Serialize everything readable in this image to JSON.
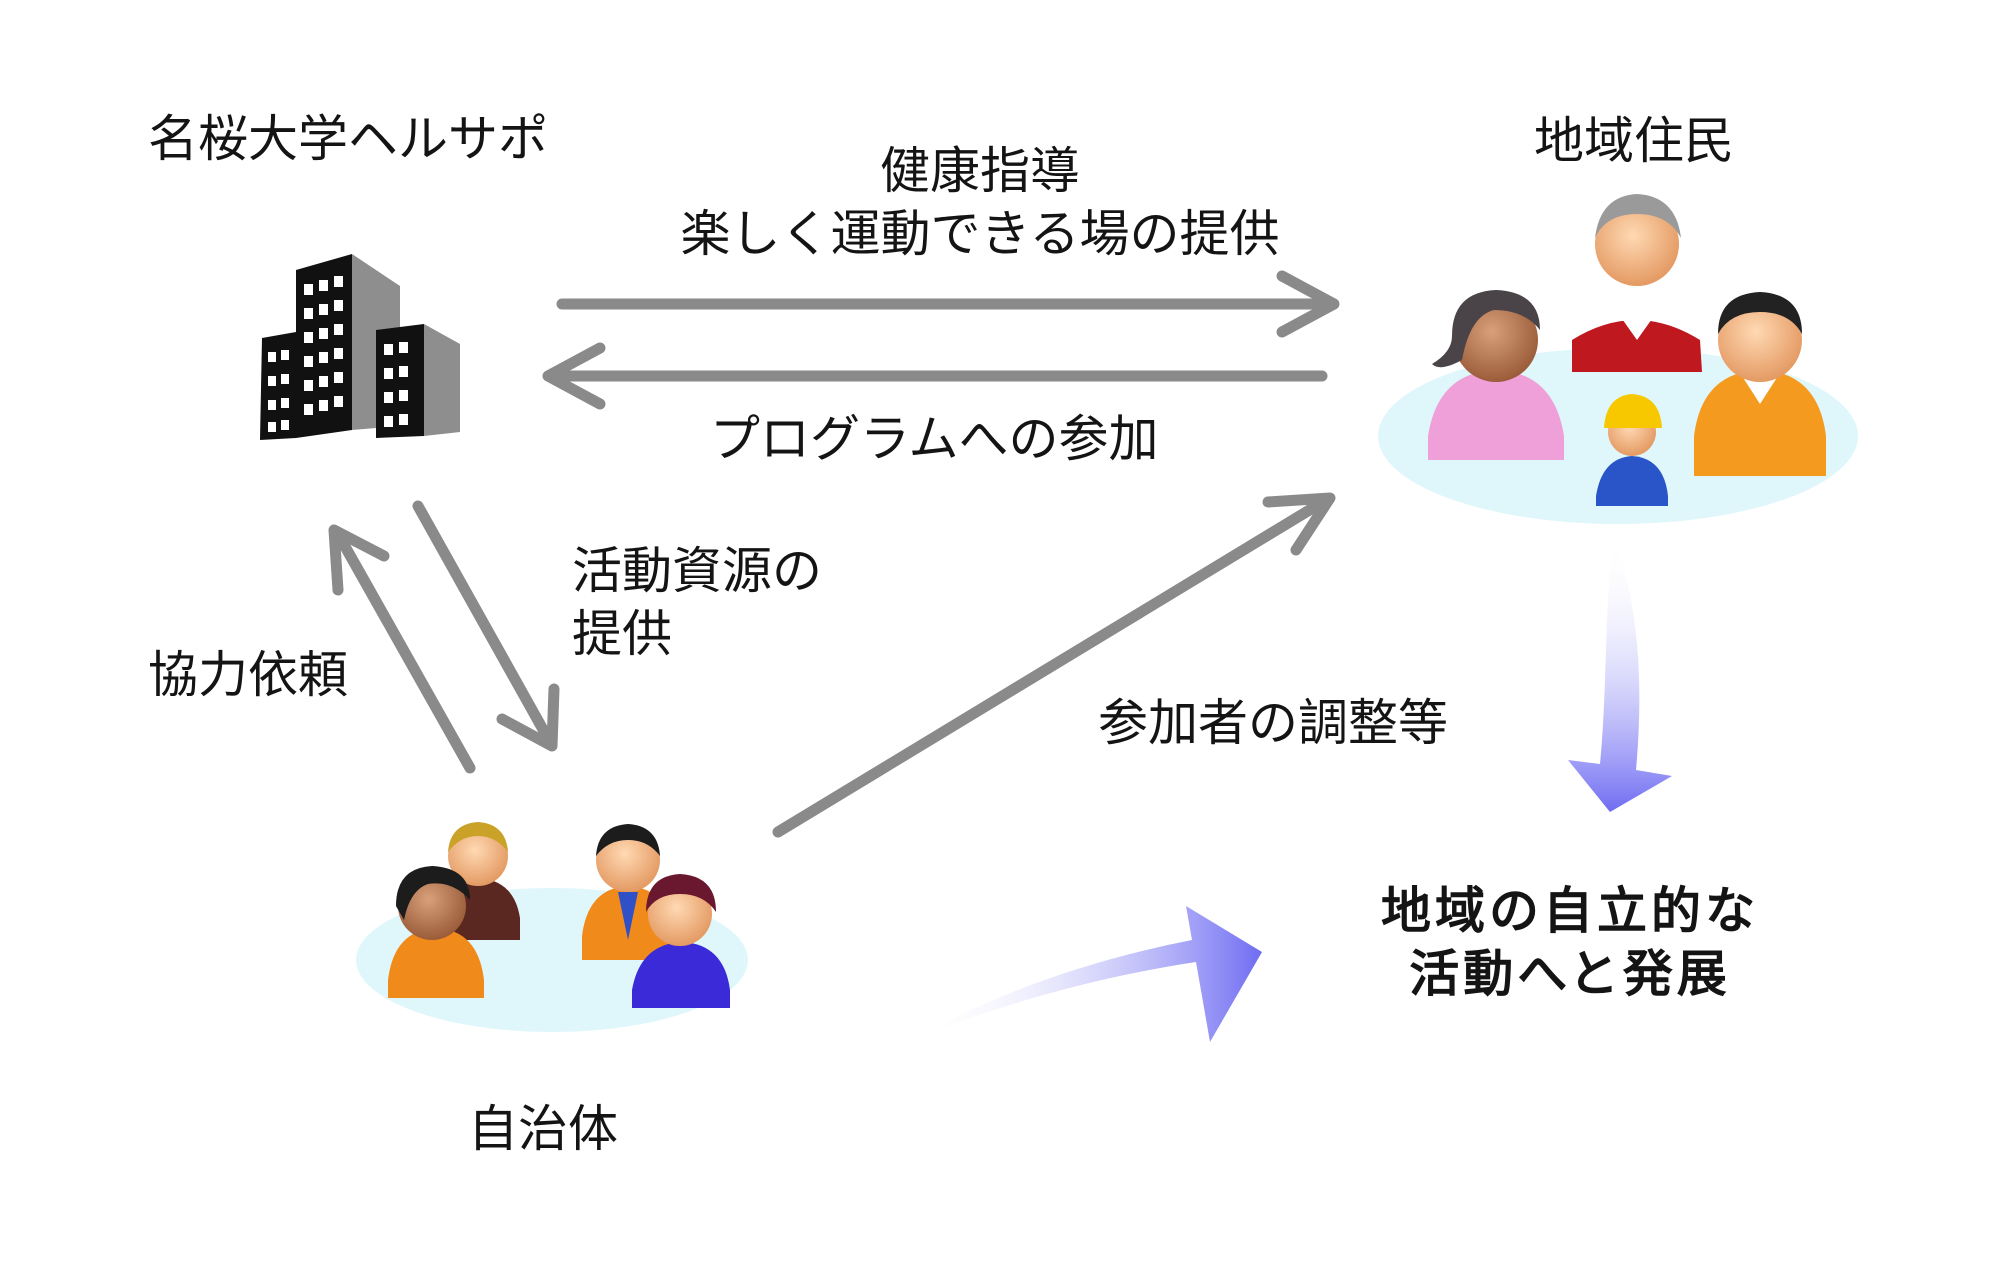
{
  "colors": {
    "arrow_gray": "#8a8a8a",
    "flow_blue": "#6f6cf2",
    "blob_cyan": "#dff7fb"
  },
  "nodes": {
    "university": {
      "label": "名桜大学ヘルサポ",
      "icon": "office-building-icon"
    },
    "residents": {
      "label": "地域住民",
      "icon": "residents-group-icon"
    },
    "municipality": {
      "label": "自治体",
      "icon": "officials-group-icon"
    },
    "goal": {
      "line1": "地域の自立的な",
      "line2": "活動へと発展"
    }
  },
  "edges": {
    "univ_to_residents": {
      "line1": "健康指導",
      "line2": "楽しく運動できる場の提供"
    },
    "residents_to_univ": {
      "label": "プログラムへの参加"
    },
    "univ_to_municipality": {
      "line1": "活動資源の",
      "line2": "提供"
    },
    "municipality_to_univ": {
      "label": "協力依頼"
    },
    "municipality_to_residents": {
      "label": "参加者の調整等"
    }
  }
}
